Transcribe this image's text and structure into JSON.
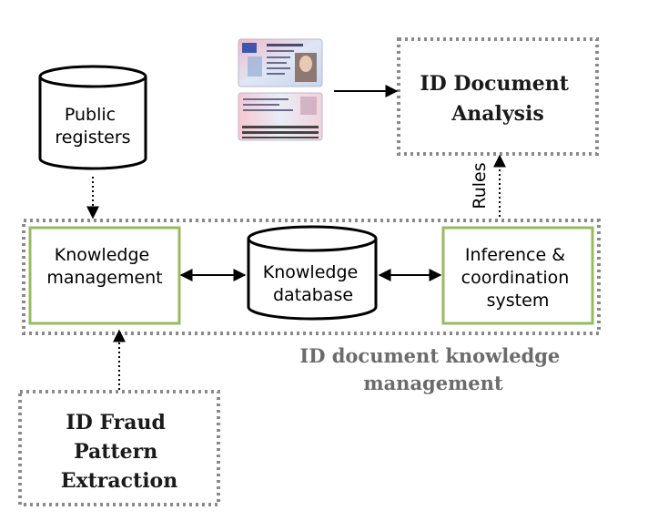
{
  "nodes": {
    "public_registers": [
      "Public",
      "registers"
    ],
    "id_document_analysis": [
      "ID Document",
      "Analysis"
    ],
    "knowledge_management": [
      "Knowledge",
      "management"
    ],
    "knowledge_database": [
      "Knowledge",
      "database"
    ],
    "inference_system": [
      "Inference &",
      "coordination",
      "system"
    ],
    "id_fraud_pattern": [
      "ID Fraud",
      "Pattern",
      "Extraction"
    ]
  },
  "group_label": [
    "ID document knowledge",
    "management"
  ],
  "edge_labels": {
    "rules": "Rules"
  },
  "colors": {
    "green_border": "#97bb62",
    "dotted_border": "#8a8a8a",
    "group_label": "#6b6b6b"
  },
  "icons": {
    "id_card": "id-card-image"
  }
}
